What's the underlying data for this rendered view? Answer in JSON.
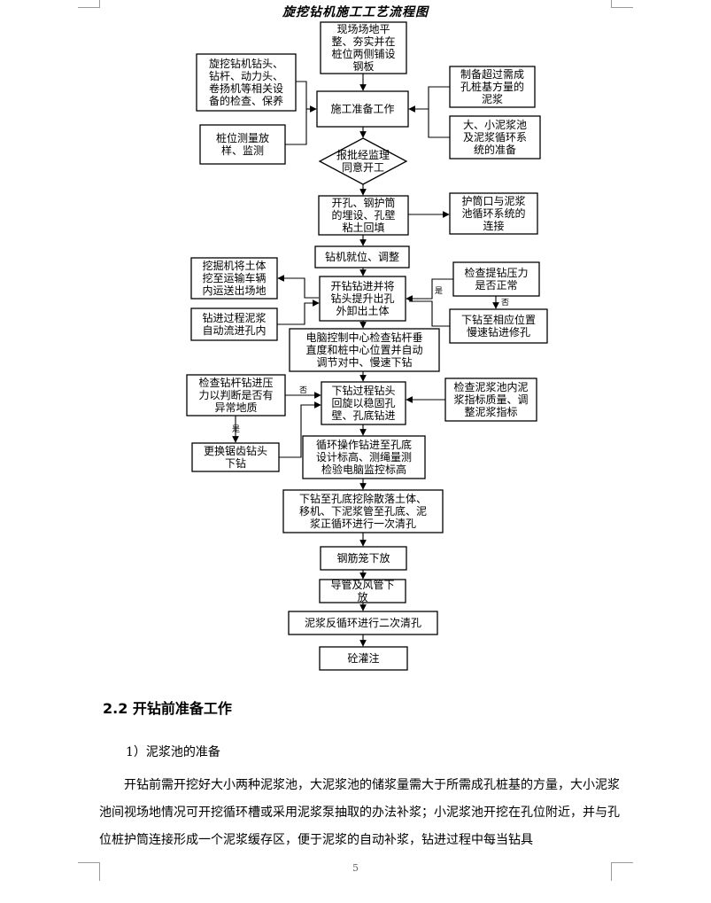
{
  "flowchart": {
    "title": "旋挖钻机施工工艺流程图",
    "nodes": [
      {
        "id": "site_leveling",
        "lines": [
          "现场场地平",
          "整、夯实并在",
          "桩位两侧铺设",
          "钢板"
        ]
      },
      {
        "id": "equipment_check",
        "lines": [
          "旋挖钻机钻头、",
          "钻杆、动力头、",
          "卷扬机等相关设",
          "备的检查、保养"
        ]
      },
      {
        "id": "mud_prep",
        "lines": [
          "制备超过需成",
          "孔桩基方量的",
          "泥浆"
        ]
      },
      {
        "id": "construction_prep",
        "lines": [
          "施工准备工作"
        ]
      },
      {
        "id": "pile_survey",
        "lines": [
          "桩位测量放",
          "样、监测"
        ]
      },
      {
        "id": "pool_prep",
        "lines": [
          "大、小泥浆池",
          "及泥浆循环系",
          "统的准备"
        ]
      },
      {
        "id": "approval",
        "lines": [
          "报批经监理",
          "同意开工"
        ]
      },
      {
        "id": "casing",
        "lines": [
          "开孔、钢护筒",
          "的埋设、孔壁",
          "粘土回填"
        ]
      },
      {
        "id": "casing_link",
        "lines": [
          "护筒口与泥浆",
          "池循环系统的",
          "连接"
        ]
      },
      {
        "id": "rig_position",
        "lines": [
          "钻机就位、调整"
        ]
      },
      {
        "id": "excavator",
        "lines": [
          "挖掘机将土体",
          "挖至运输车辆",
          "内运送出场地"
        ]
      },
      {
        "id": "start_drill",
        "lines": [
          "开钻钻进并将",
          "钻头提升出孔",
          "外卸出土体"
        ]
      },
      {
        "id": "check_lift",
        "lines": [
          "检查提钻压力",
          "是否正常"
        ]
      },
      {
        "id": "mud_auto",
        "lines": [
          "钻进过程泥浆",
          "自动流进孔内"
        ]
      },
      {
        "id": "repair_hole",
        "lines": [
          "下钻至相应位置",
          "慢速钻进修孔"
        ]
      },
      {
        "id": "computer_check",
        "lines": [
          "电脑控制中心检查钻杆垂",
          "直度和桩中心位置并自动",
          "调节对中、慢速下钻"
        ]
      },
      {
        "id": "check_press",
        "lines": [
          "检查钻杆钻进压",
          "力以判断是否有",
          "异常地质"
        ]
      },
      {
        "id": "drill_rotate",
        "lines": [
          "下钻过程钻头",
          "回旋以稳固孔",
          "壁、孔底钻进"
        ]
      },
      {
        "id": "check_mud",
        "lines": [
          "检查泥浆池内泥",
          "浆指标质量、调",
          "整泥浆指标"
        ]
      },
      {
        "id": "replace_bit",
        "lines": [
          "更换锯齿钻头",
          "下钻"
        ]
      },
      {
        "id": "cycle_drill",
        "lines": [
          "循环操作钻进至孔底",
          "设计标高、测绳量测",
          "检验电脑监控标高"
        ]
      },
      {
        "id": "first_clean",
        "lines": [
          "下钻至孔底挖除散落土体、",
          "移机、下泥浆管至孔底、泥",
          "浆正循环进行一次清孔"
        ]
      },
      {
        "id": "rebar_cage",
        "lines": [
          "钢筋笼下放"
        ]
      },
      {
        "id": "tremie",
        "lines": [
          "导管及风管下",
          "放"
        ]
      },
      {
        "id": "second_clean",
        "lines": [
          "泥浆反循环进行二次清孔"
        ]
      },
      {
        "id": "pour",
        "lines": [
          "砼灌注"
        ]
      }
    ],
    "yes_label": "是",
    "no_label": "否"
  },
  "section": {
    "heading": "2.2 开钻前准备工作",
    "subheading": "1）泥浆池的准备",
    "paragraph": "开钻前需开挖好大小两种泥浆池，大泥浆池的储浆量需大于所需成孔桩基的方量，大小泥浆池间视场地情况可开挖循环槽或采用泥浆泵抽取的办法补浆；小泥浆池开挖在孔位附近，并与孔位桩护筒连接形成一个泥浆缓存区，便于泥浆的自动补浆，钻进过程中每当钻具"
  },
  "page_number": "5"
}
